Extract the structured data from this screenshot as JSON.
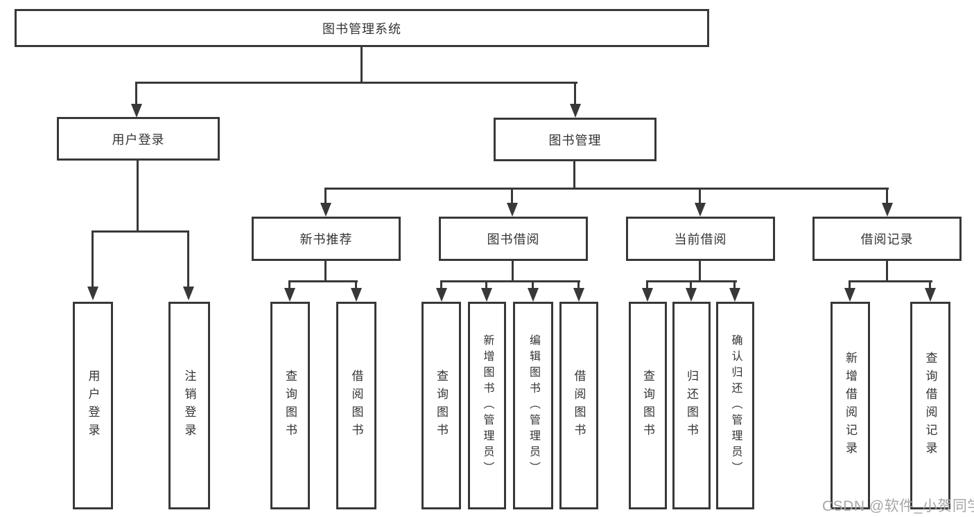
{
  "diagram": {
    "root": {
      "label": "图书管理系统"
    },
    "branches": {
      "user_login": {
        "label": "用户登录",
        "children": {
          "login": "用户登录",
          "logout": "注销登录"
        }
      },
      "book_management": {
        "label": "图书管理"
      }
    },
    "modules": {
      "new_book": {
        "label": "新书推荐",
        "children": {
          "c1": "查询图书",
          "c2": "借阅图书"
        }
      },
      "book_borrow": {
        "label": "图书借阅",
        "children": {
          "c1": "查询图书",
          "c2": "新增图书（管理员）",
          "c3": "编辑图书（管理员）",
          "c4": "借阅图书"
        }
      },
      "current_borrow": {
        "label": "当前借阅",
        "children": {
          "c1": "查询图书",
          "c2": "归还图书",
          "c3": "确认归还（管理员）"
        }
      },
      "borrow_record": {
        "label": "借阅记录",
        "children": {
          "c1": "新增借阅记录",
          "c2": "查询借阅记录"
        }
      }
    },
    "colors": {
      "line": "#383838",
      "text": "#333333",
      "watermark_text": "#a6a6a6",
      "background": "#ffffff"
    }
  },
  "watermark": {
    "label": "CSDN @软件_小贺同学"
  }
}
